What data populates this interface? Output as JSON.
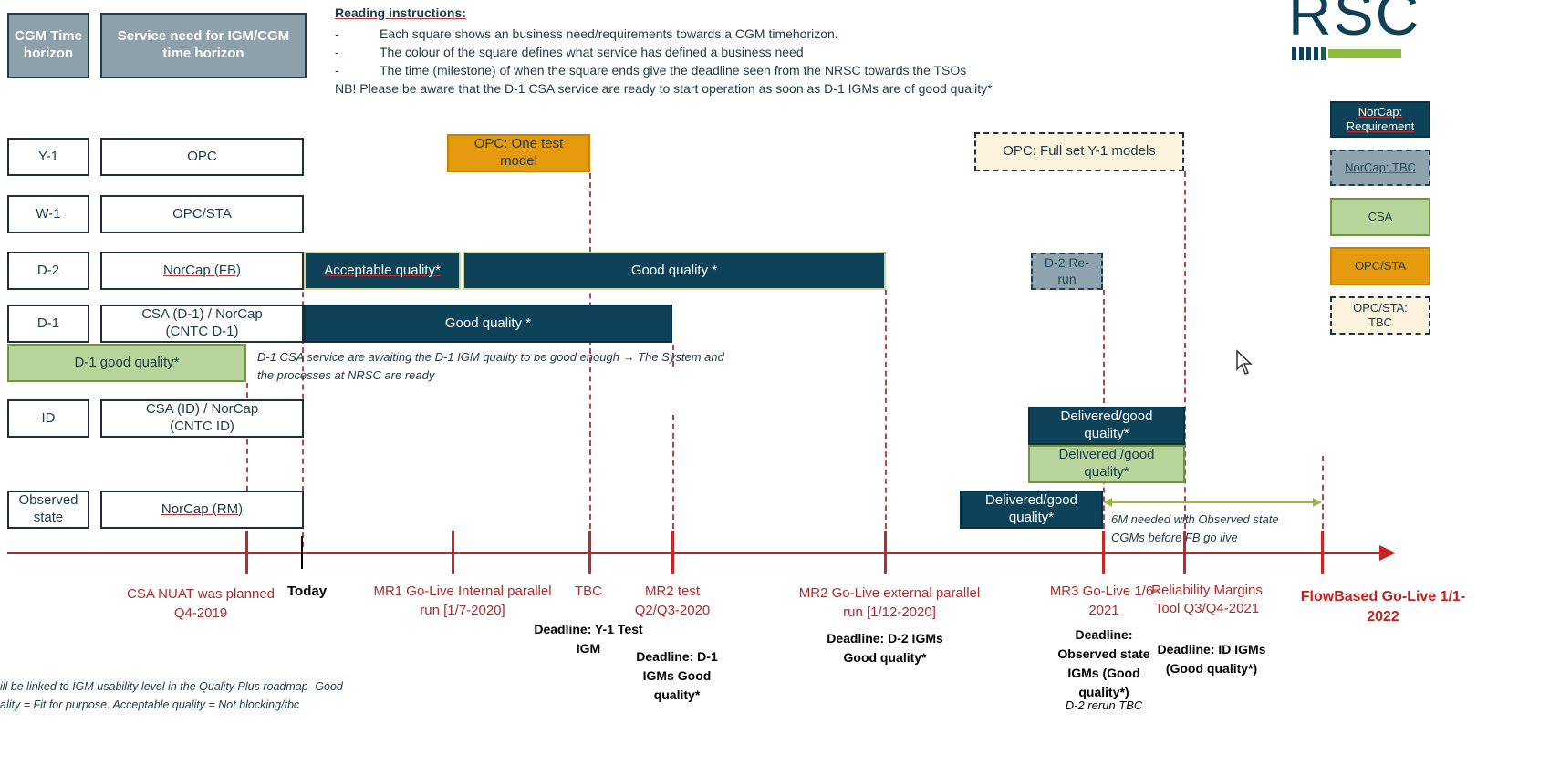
{
  "headers": {
    "time_horizon": "CGM Time horizon",
    "service_need": "Service need for IGM/CGM time horizon"
  },
  "instructions": {
    "title": "Reading instructions:",
    "lines": [
      "Each square shows an business need/requirements towards a CGM timehorizon.",
      "The colour of the square defines what service has defined a business need",
      "The time (milestone) of when the square ends give the deadline seen from the NRSC towards the TSOs"
    ],
    "nb": "NB! Please be aware that the D-1 CSA service are ready to start operation as soon as D-1 IGMs are of good quality*"
  },
  "logo": {
    "text": "RSC"
  },
  "rows": [
    {
      "label": "Y-1",
      "service": "OPC"
    },
    {
      "label": "W-1",
      "service": "OPC/STA"
    },
    {
      "label": "D-2",
      "service": "NorCap (FB)"
    },
    {
      "label": "D-1",
      "service": "CSA (D-1) / NorCap (CNTC D-1)"
    },
    {
      "label": "ID",
      "service": "CSA (ID) / NorCap (CNTC ID)"
    },
    {
      "label": "Observed state",
      "service": "NorCap (RM)"
    }
  ],
  "boxes": {
    "opc_one_test": "OPC: One test model",
    "opc_full_set": "OPC: Full set Y-1 models",
    "d2_acceptable": "Acceptable quality*",
    "d2_good": "Good quality *",
    "d2_rerun": "D-2 Re-run",
    "d1_good": "Good quality *",
    "d1_good_quality": "D-1 good quality*",
    "id_delivered_navy": "Delivered/good quality*",
    "id_delivered_green": "Delivered /good quality*",
    "obs_delivered": "Delivered/good quality*"
  },
  "notes": {
    "d1_note": "D-1 CSA service are awaiting the D-1 IGM quality to be good enough → The System and the processes at NRSC are ready",
    "six_month": "6M needed with Observed state CGMs before FB go live",
    "footer_line1": "ill be linked to IGM usability level in the Quality Plus roadmap- Good",
    "footer_line2": "ality = Fit for purpose. Acceptable quality = Not blocking/tbc"
  },
  "legend": [
    {
      "label": "NorCap: Requirement",
      "style": "navy"
    },
    {
      "label": "NorCap: TBC",
      "style": "tbc"
    },
    {
      "label": "CSA",
      "style": "green"
    },
    {
      "label": "OPC/STA",
      "style": "orange"
    },
    {
      "label": "OPC/STA: TBC",
      "style": "dashed"
    }
  ],
  "milestones": {
    "csa_nuat": "CSA NUAT was planned Q4-2019",
    "today": "Today",
    "mr1": "MR1 Go-Live Internal parallel run [1/7-2020]",
    "tbc": "TBC",
    "mr2_test": "MR2 test Q2/Q3-2020",
    "mr2_golive": "MR2 Go-Live external parallel run [1/12-2020]",
    "mr3": "MR3 Go-Live 1/6-2021",
    "reliability": "Reliability Margins Tool Q3/Q4-2021",
    "flowbased": "FlowBased Go-Live 1/1-2022"
  },
  "deadlines": {
    "y1": "Deadline: Y-1 Test IGM",
    "d1": "Deadline: D-1 IGMs Good quality*",
    "d2": "Deadline: D-2 IGMs Good quality*",
    "obs": "Deadline: Observed state IGMs (Good quality*)",
    "obs_sub": "D-2 rerun TBC",
    "id": "Deadline: ID IGMs (Good quality*)"
  },
  "colors": {
    "navy": "#0e4259",
    "orange": "#e49a0c",
    "green": "#b7d49a",
    "header_grey": "#8ea1ab",
    "timeline_red": "#c42626",
    "milestone_text": "#b02a2a"
  }
}
